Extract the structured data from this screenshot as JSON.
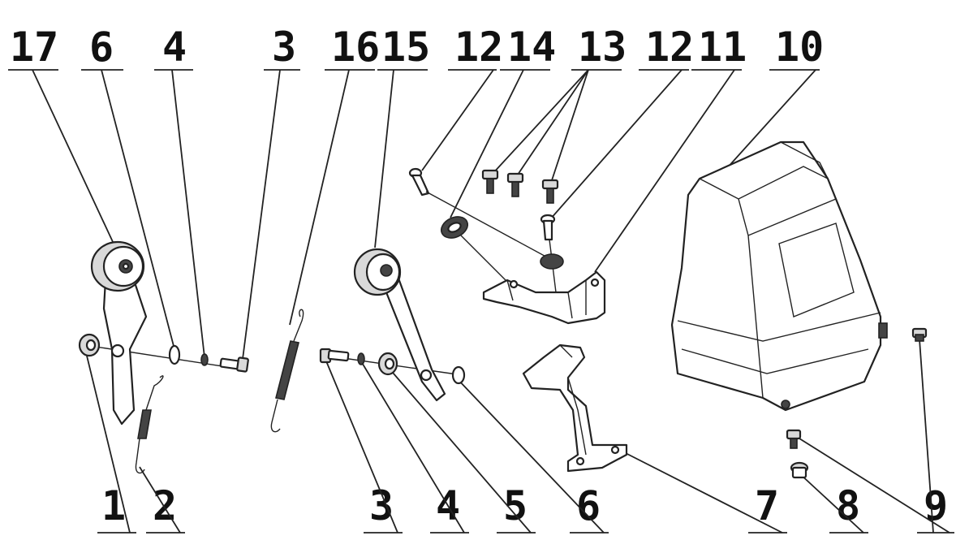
{
  "callouts": {
    "top": [
      "17",
      "6",
      "4",
      "3",
      "16",
      "15",
      "12",
      "14",
      "13",
      "12",
      "11",
      "10"
    ],
    "bottom": [
      "1",
      "2",
      "3",
      "4",
      "5",
      "6",
      "7",
      "8",
      "9"
    ]
  }
}
